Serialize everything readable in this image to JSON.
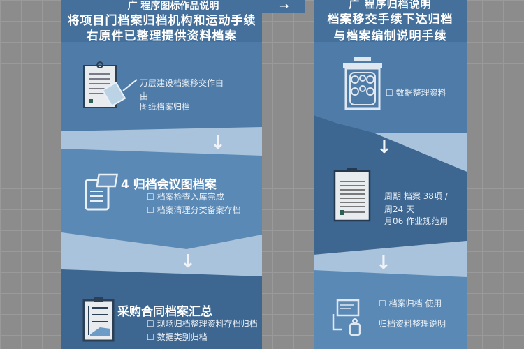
{
  "left": {
    "top_strip": "广 程序图标作品说明",
    "title_line1": "将项目门档案归档机构和运动手续",
    "title_line2": "右原件已整理提供资料档案",
    "step1": {
      "lines": [
        "万层建设档案移交作白",
        "由",
        "图纸档案归档"
      ]
    },
    "step2": {
      "heading": "4 归档会议图档案",
      "items": [
        "☐ 档案检查入库完成",
        "☐ 档案清理分类备案存档"
      ]
    },
    "step3": {
      "heading": "采购合同档案汇总",
      "items": [
        "☐ 现场归档整理资料存档归档",
        "☐ 数据类别归档"
      ]
    }
  },
  "right": {
    "top_strip": "广 程序归档说明",
    "title_line1": "档案移交手续下达归档",
    "title_line2": "与档案编制说明手续",
    "step1": {
      "lines": [
        "☐ 数据整理资料"
      ]
    },
    "step2": {
      "lines": [
        "周期 档案 38项 /",
        "周24 天",
        "月06 作业规范用"
      ]
    },
    "step3": {
      "lines": [
        "☐ 档案归档 使用",
        "归档资料整理说明"
      ]
    }
  },
  "colors": {
    "header": "#44709b",
    "panel": "#4e7ba7",
    "light": "#a8c3db",
    "mid": "#5b89b5",
    "dark": "#3d6690"
  }
}
